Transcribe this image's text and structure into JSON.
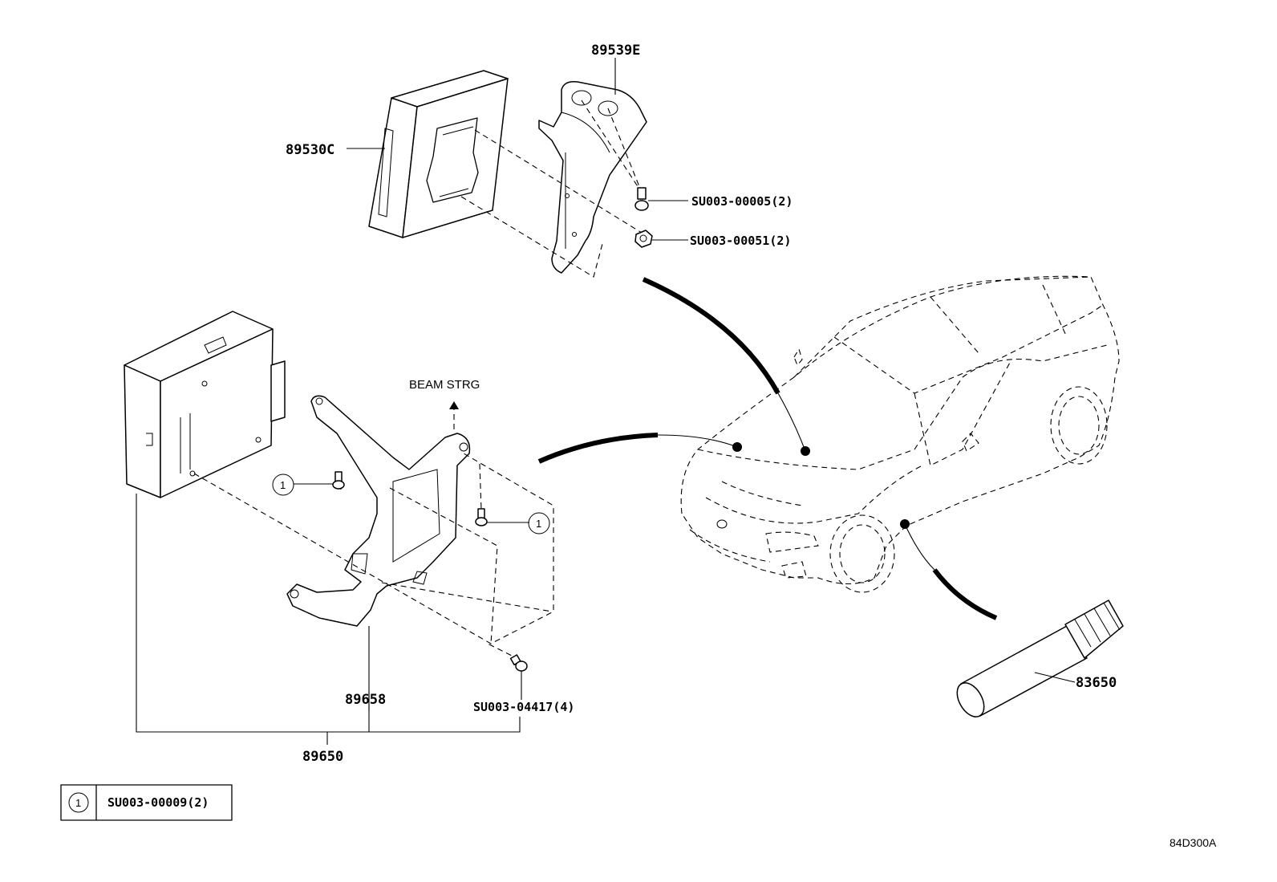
{
  "labels": {
    "ecu_upper": "89530C",
    "bracket_upper": "89539E",
    "bolt_upper": "SU003-00005(2)",
    "nut_upper": "SU003-00051(2)",
    "beam_ref": "BEAM STRG",
    "bracket_lower": "89658",
    "bolt_lower": "SU003-04417(4)",
    "ecu_assy": "89650",
    "sensor": "83650",
    "callout_number": "1",
    "legend_number": "1",
    "legend_part": "SU003-00009(2)",
    "drawing_code": "84D300A"
  }
}
